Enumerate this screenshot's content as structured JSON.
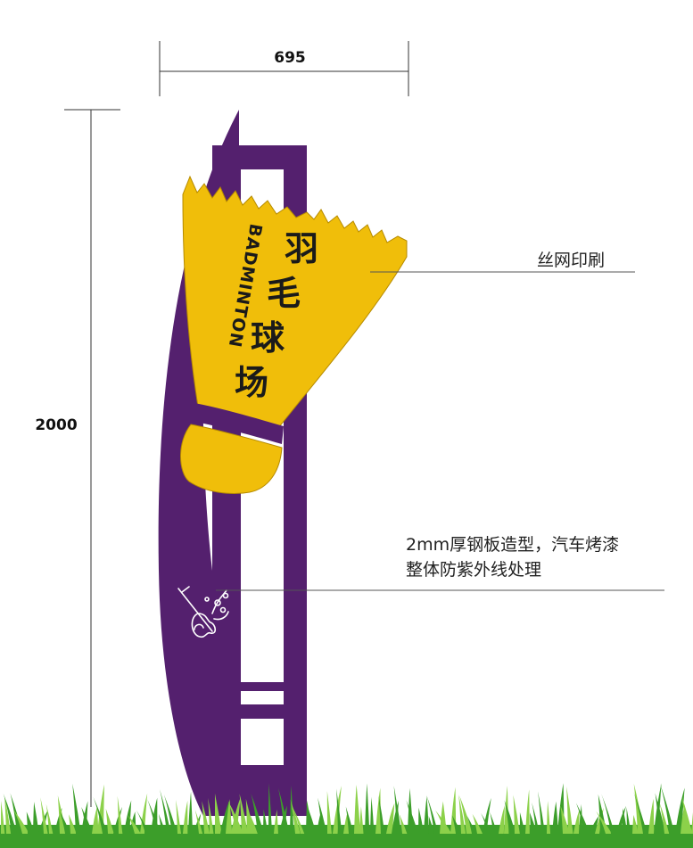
{
  "dimensions": {
    "width_label": "695",
    "height_label": "2000"
  },
  "sign": {
    "title_chars": [
      "羽",
      "毛",
      "球",
      "场"
    ],
    "subtitle": "BADMINTON",
    "colors": {
      "post": "#54206e",
      "shuttle": "#f0be0a",
      "shuttle_outline": "#b58a00",
      "band": "#54206e",
      "grass": "#3c9e2a",
      "grass_light": "#8cd14a"
    }
  },
  "annotations": {
    "screen_print": "丝网印刷",
    "material_line1": "2mm厚钢板造型，汽车烤漆",
    "material_line2": "整体防紫外线处理"
  },
  "icons": {
    "logo": "violin-flower-logo-icon"
  }
}
